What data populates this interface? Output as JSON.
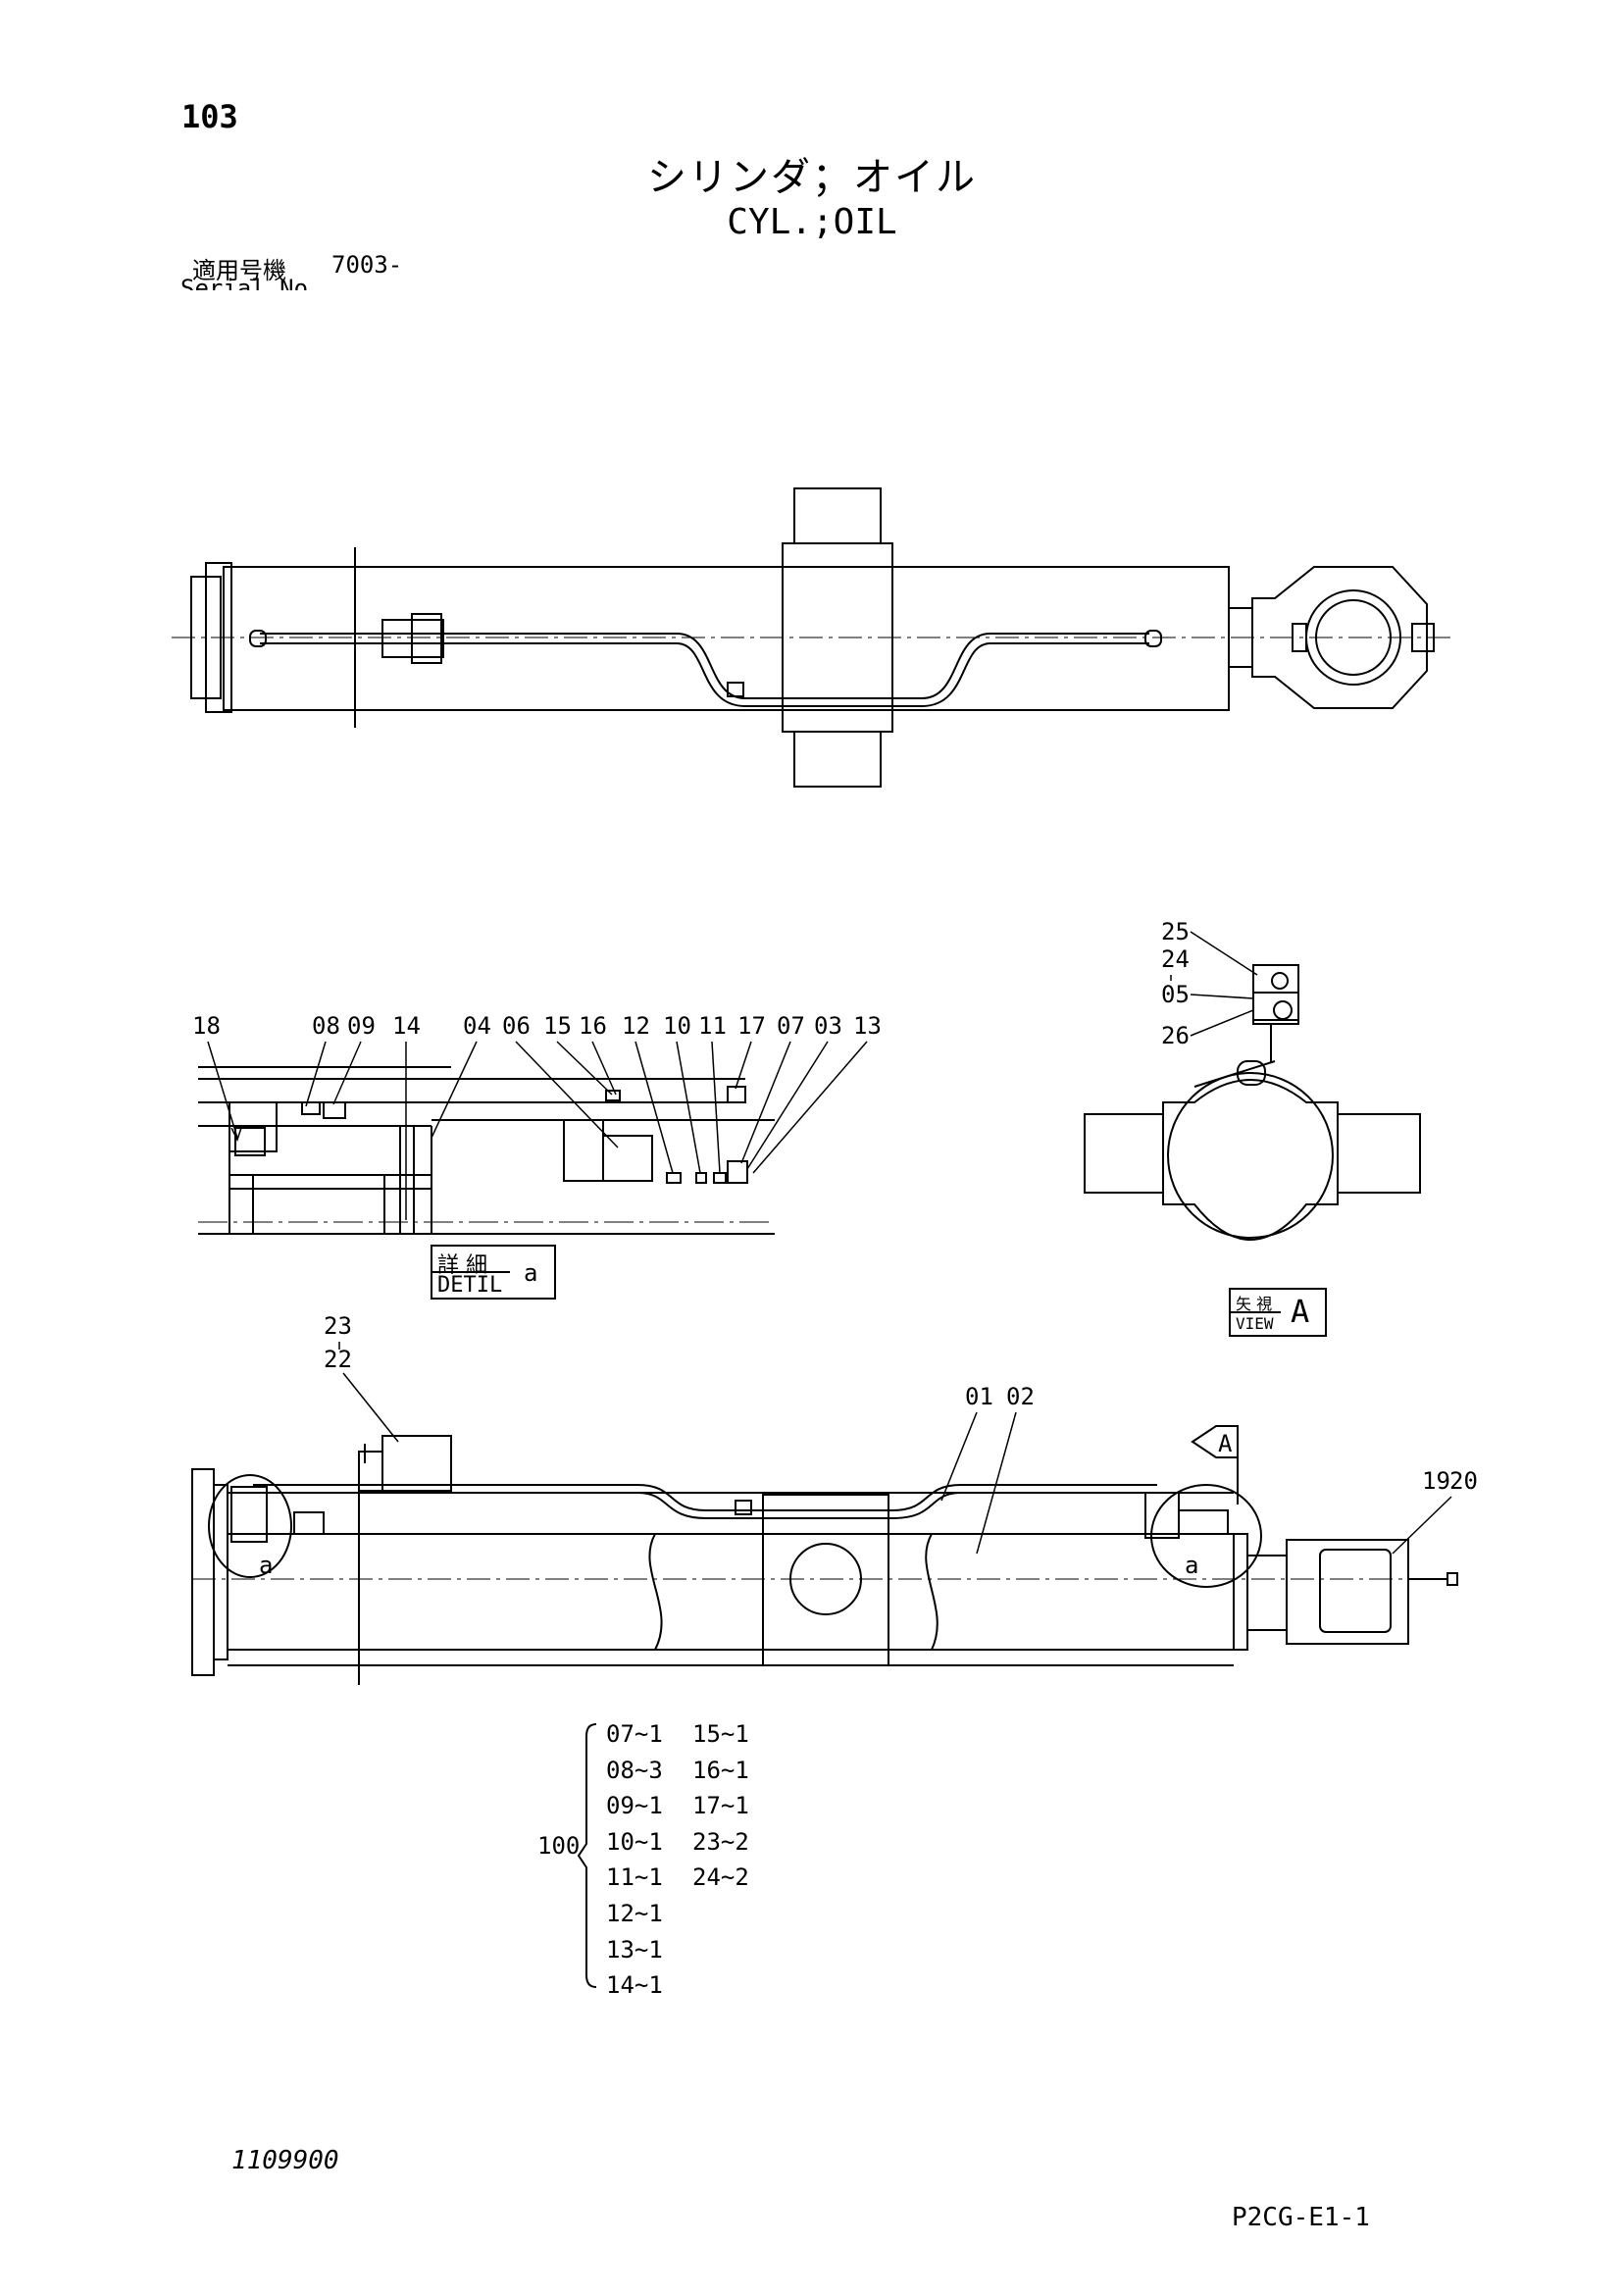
{
  "header": {
    "page_number": "103",
    "title_jp": "シリンダ；オイル",
    "title_en": "CYL.;OIL",
    "serial_label_jp": "適用号機",
    "serial_value": "7003-",
    "serial_label_en": "Serial No."
  },
  "detail_a": {
    "callouts": [
      "18",
      "08",
      "09",
      "14",
      "04",
      "06",
      "15",
      "16",
      "12",
      "10",
      "11",
      "17",
      "07",
      "03",
      "13"
    ],
    "tag_jp": "詳 細",
    "tag_en": "DETIL",
    "tag_letter": "a"
  },
  "view_a": {
    "callouts": [
      "25",
      "24",
      "05",
      "26"
    ],
    "tag_jp": "矢 視",
    "tag_en": "VIEW",
    "tag_letter": "A"
  },
  "main_view": {
    "callouts": [
      "23",
      "22",
      "01",
      "02",
      "19",
      "20"
    ],
    "detail_marks": [
      "a",
      "a"
    ],
    "view_arrow_label": "A"
  },
  "kit": {
    "assembly_no": "100",
    "col1": [
      "07~1",
      "08~3",
      "09~1",
      "10~1",
      "11~1",
      "12~1",
      "13~1",
      "14~1"
    ],
    "col2": [
      "15~1",
      "16~1",
      "17~1",
      "23~2",
      "24~2"
    ]
  },
  "footer": {
    "drawing_number": "1109900",
    "reference": "P2CG-E1-1"
  }
}
